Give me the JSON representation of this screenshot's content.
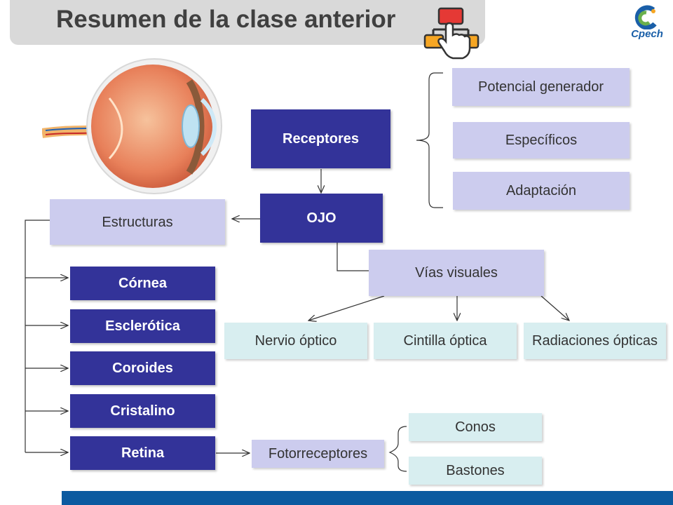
{
  "title": "Resumen de la clase anterior",
  "logo_text": "Cpech",
  "nodes": {
    "receptores": "Receptores",
    "potencial": "Potencial generador",
    "especificos": "Específicos",
    "adaptacion": "Adaptación",
    "ojo": "OJO",
    "estructuras": "Estructuras",
    "vias": "Vías visuales",
    "nervio": "Nervio óptico",
    "cintilla": "Cintilla óptica",
    "radiaciones": "Radiaciones ópticas",
    "cornea": "Córnea",
    "esclerotica": "Esclerótica",
    "coroides": "Coroides",
    "cristalino": "Cristalino",
    "retina": "Retina",
    "fotorreceptores": "Fotorreceptores",
    "conos": "Conos",
    "bastones": "Bastones"
  },
  "colors": {
    "dark_box": "#333399",
    "light_box": "#ccccee",
    "cyan_box": "#d8eef0",
    "footer": "#0b5aa0"
  }
}
